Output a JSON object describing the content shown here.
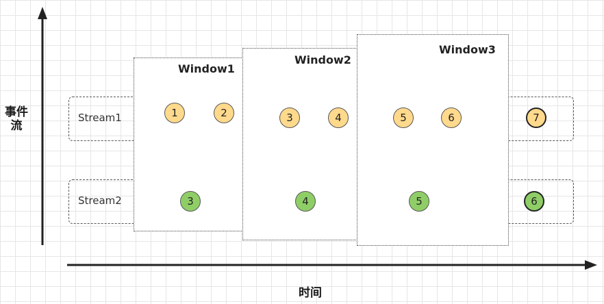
{
  "axes": {
    "y_label": "事件\n流",
    "x_label": "时间"
  },
  "streams": [
    {
      "label": "Stream1",
      "color": "#ffd98c"
    },
    {
      "label": "Stream2",
      "color": "#8fce67"
    }
  ],
  "windows": [
    {
      "title": "Window1"
    },
    {
      "title": "Window2"
    },
    {
      "title": "Window3"
    }
  ],
  "events": [
    {
      "label": "1",
      "stream": "Stream1",
      "window": "Window1"
    },
    {
      "label": "2",
      "stream": "Stream1",
      "window": "Window1"
    },
    {
      "label": "3",
      "stream": "Stream1",
      "window": "Window2"
    },
    {
      "label": "4",
      "stream": "Stream1",
      "window": "Window2"
    },
    {
      "label": "5",
      "stream": "Stream1",
      "window": "Window3"
    },
    {
      "label": "6",
      "stream": "Stream1",
      "window": "Window3"
    },
    {
      "label": "7",
      "stream": "Stream1",
      "window": ""
    },
    {
      "label": "3",
      "stream": "Stream2",
      "window": "Window1"
    },
    {
      "label": "4",
      "stream": "Stream2",
      "window": "Window2"
    },
    {
      "label": "5",
      "stream": "Stream2",
      "window": "Window3"
    },
    {
      "label": "6",
      "stream": "Stream2",
      "window": ""
    }
  ]
}
